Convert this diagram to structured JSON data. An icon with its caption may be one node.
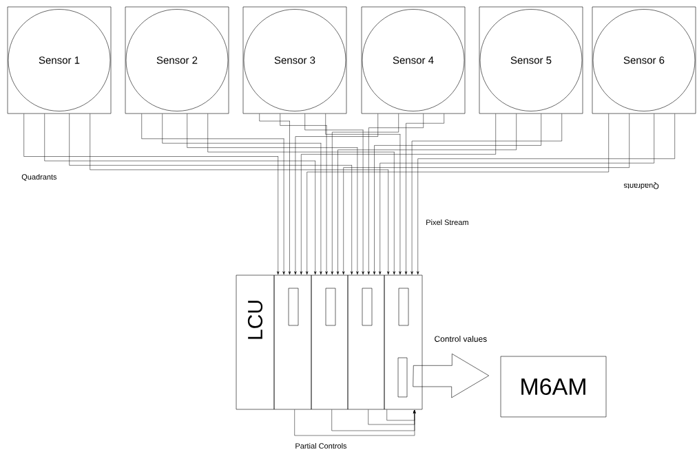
{
  "diagram": {
    "nodes": [
      {
        "text": [
          "Sensor 1"
        ]
      },
      {
        "text": [
          "Sensor 2"
        ]
      },
      {
        "text": [
          "Sensor 3"
        ]
      },
      {
        "text": [
          "Sensor 4"
        ]
      },
      {
        "text": [
          "Sensor 5"
        ]
      },
      {
        "text": [
          "Sensor 6"
        ]
      },
      {
        "text": [
          "LCU"
        ]
      },
      {
        "text": [],
        "shape": "box"
      },
      {
        "text": [],
        "shape": "box"
      },
      {
        "text": [],
        "shape": "box"
      },
      {
        "text": [],
        "shape": "box"
      },
      {
        "text": [
          "M6AM"
        ]
      }
    ],
    "edges": [
      {
        "from": 0,
        "to": 7,
        "arrow": "to"
      },
      {
        "from": 0,
        "to": 8,
        "arrow": "to"
      },
      {
        "from": 0,
        "to": 9,
        "arrow": "to"
      },
      {
        "from": 0,
        "to": 10,
        "arrow": "to"
      },
      {
        "from": 1,
        "to": 7,
        "arrow": "to"
      },
      {
        "from": 1,
        "to": 8,
        "arrow": "to"
      },
      {
        "from": 1,
        "to": 9,
        "arrow": "to"
      },
      {
        "from": 1,
        "to": 10,
        "arrow": "to"
      },
      {
        "from": 2,
        "to": 7,
        "arrow": "to"
      },
      {
        "from": 2,
        "to": 8,
        "arrow": "to"
      },
      {
        "from": 2,
        "to": 9,
        "arrow": "to"
      },
      {
        "from": 2,
        "to": 10,
        "arrow": "to"
      },
      {
        "from": 3,
        "to": 7,
        "arrow": "to"
      },
      {
        "from": 3,
        "to": 8,
        "arrow": "to"
      },
      {
        "from": 3,
        "to": 9,
        "arrow": "to"
      },
      {
        "from": 3,
        "to": 10,
        "arrow": "to"
      },
      {
        "from": 4,
        "to": 7,
        "arrow": "to"
      },
      {
        "from": 4,
        "to": 8,
        "arrow": "to"
      },
      {
        "from": 4,
        "to": 9,
        "arrow": "to"
      },
      {
        "from": 4,
        "to": 10,
        "arrow": "to"
      },
      {
        "from": 5,
        "to": 7,
        "arrow": "to"
      },
      {
        "from": 5,
        "to": 8,
        "arrow": "to"
      },
      {
        "from": 5,
        "to": 9,
        "arrow": "to"
      },
      {
        "from": 5,
        "to": 10,
        "arrow": "to"
      },
      {
        "from": 10,
        "to": 11,
        "arrow": "to",
        "label": "Control values"
      },
      {
        "from": 7,
        "to": 10,
        "arrow": "to"
      },
      {
        "from": 8,
        "to": 10,
        "arrow": "to"
      },
      {
        "from": 9,
        "to": 10,
        "arrow": "to"
      },
      {
        "from": 10,
        "to": 10,
        "arrow": "to"
      }
    ],
    "labels": [
      "Quadrants",
      "Quadrants",
      "Pixel Stream",
      "Partial Controls"
    ]
  }
}
